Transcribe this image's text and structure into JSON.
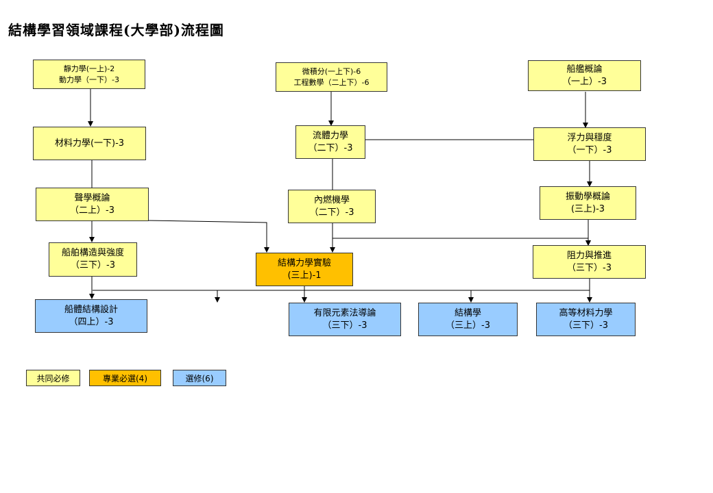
{
  "title": "結構學習領域課程(大學部)流程圖",
  "courses": {
    "statics": {
      "line1": "靜力學(一上)-2",
      "line2": "動力學（一下）-3"
    },
    "calculus": {
      "line1": "微積分(一上下)-6",
      "line2": "工程數學（二上下）-6"
    },
    "ship_intro": {
      "line1": "船艦概論",
      "line2": "（一上）-3"
    },
    "materials": {
      "line1": "材料力學(一下)-3"
    },
    "fluid": {
      "line1": "流體力學",
      "line2": "（二下）-3"
    },
    "buoyancy": {
      "line1": "浮力與穩度",
      "line2": "（一下）-3"
    },
    "acoustics": {
      "line1": "聲學概論",
      "line2": "（二上）-3"
    },
    "ice": {
      "line1": "內燃機學",
      "line2": "（二下）-3"
    },
    "vibration": {
      "line1": "振動學概論",
      "line2": "(三上)-3"
    },
    "ship_struct": {
      "line1": "船舶構造與強度",
      "line2": "（三下）-3"
    },
    "lab": {
      "line1": "結構力學實驗",
      "line2": "(三上)-1"
    },
    "resistance": {
      "line1": "阻力與推進",
      "line2": "（三下）-3"
    },
    "hull_design": {
      "line1": "船體結構設計",
      "line2": "（四上）-3"
    },
    "fem": {
      "line1": "有限元素法導論",
      "line2": "（三下）-3"
    },
    "structures": {
      "line1": "結構學",
      "line2": "（三上）-3"
    },
    "adv_materials": {
      "line1": "高等材料力學",
      "line2": "（三下）-3"
    }
  },
  "legend": {
    "common": "共同必修",
    "required": "專業必選(4)",
    "elective": "選修(6)"
  },
  "colors": {
    "common": "#ffff99",
    "required": "#ffc000",
    "elective": "#99ccff"
  }
}
